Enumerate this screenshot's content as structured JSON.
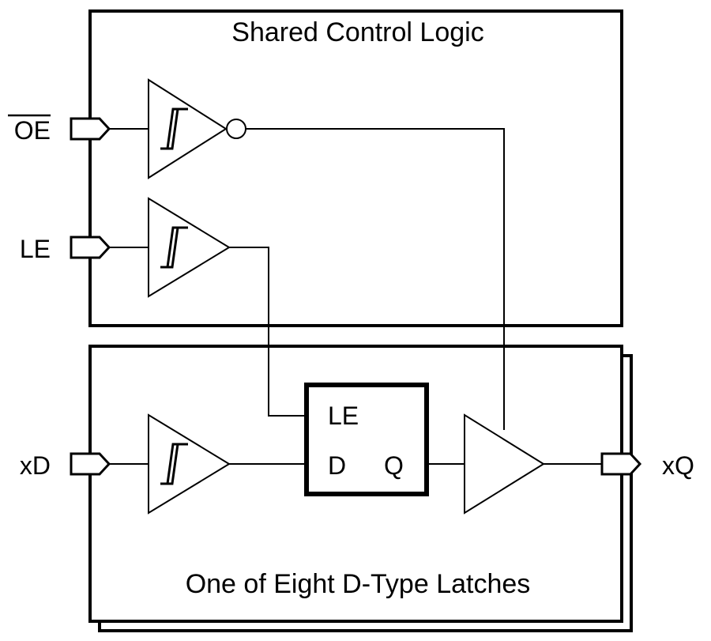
{
  "title_shared": "Shared Control Logic",
  "title_latches": "One of Eight D-Type Latches",
  "pins": {
    "oe": "OE",
    "le": "LE",
    "xd": "xD",
    "xq": "xQ"
  },
  "latch": {
    "le": "LE",
    "d": "D",
    "q": "Q"
  },
  "icons": {
    "schmitt": "schmitt-trigger-icon",
    "inverter_bubble": "inversion-bubble-icon",
    "buffer": "tristate-buffer-icon",
    "port": "port-arrow-icon"
  },
  "colors": {
    "ink": "#000000",
    "paper": "#ffffff"
  }
}
